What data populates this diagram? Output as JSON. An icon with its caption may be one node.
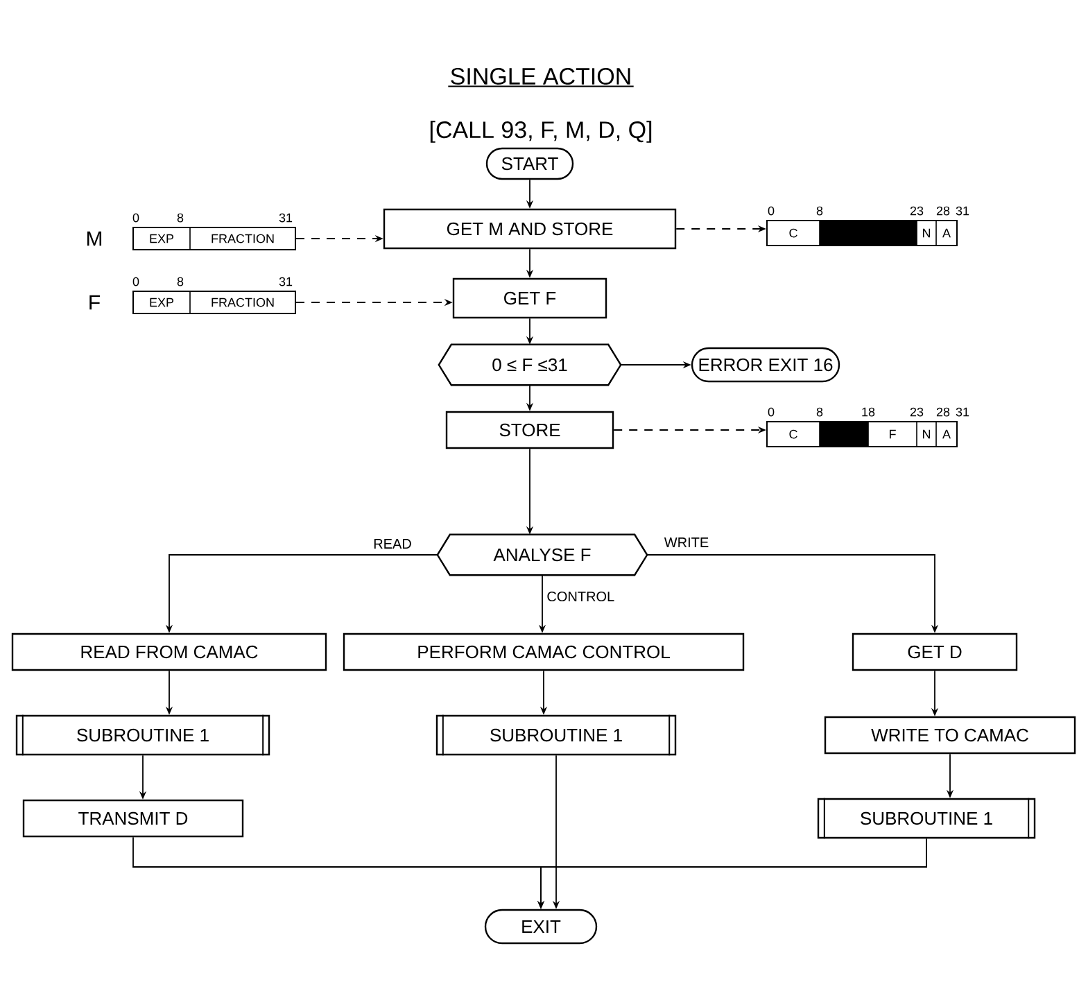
{
  "diagram": {
    "title": "SINGLE ACTION",
    "nodes": [
      {
        "text": [
          "START"
        ]
      },
      {
        "text": [
          "GET M AND STORE"
        ]
      },
      {
        "text": [
          "GET F"
        ]
      },
      {
        "text": [
          "0 ≤ F ≤31"
        ]
      },
      {
        "text": [
          "ERROR EXIT 16"
        ]
      },
      {
        "text": [
          "STORE"
        ]
      },
      {
        "text": [
          "ANALYSE F"
        ]
      },
      {
        "text": [
          "READ FROM CAMAC"
        ]
      },
      {
        "text": [
          "PERFORM CAMAC CONTROL"
        ]
      },
      {
        "text": [
          "GET D"
        ]
      },
      {
        "text": [
          "SUBROUTINE 1"
        ]
      },
      {
        "text": [
          "SUBROUTINE 1"
        ]
      },
      {
        "text": [
          "WRITE TO CAMAC"
        ]
      },
      {
        "text": [
          "TRANSMIT D"
        ]
      },
      {
        "text": [
          "SUBROUTINE 1"
        ]
      },
      {
        "text": [
          "EXIT"
        ]
      },
      {
        "text": [
          "EXP",
          "FRACTION"
        ],
        "beside": [
          "M",
          "0",
          "8",
          "31"
        ]
      },
      {
        "text": [
          "EXP",
          "FRACTION"
        ],
        "beside": [
          "F",
          "0",
          "8",
          "31"
        ]
      },
      {
        "text": [
          "C",
          "N",
          "A"
        ],
        "beside": [
          "0",
          "8",
          "23",
          "28",
          "31"
        ]
      },
      {
        "text": [
          "C",
          "F",
          "N",
          "A"
        ],
        "beside": [
          "0",
          "8",
          "18",
          "23",
          "28",
          "31"
        ]
      }
    ],
    "edges": [
      {
        "from": 0,
        "to": 1,
        "arrow": "to"
      },
      {
        "from": 16,
        "to": 1,
        "arrow": "to",
        "style": "dashed"
      },
      {
        "from": 1,
        "to": 18,
        "arrow": "to",
        "style": "dashed"
      },
      {
        "from": 1,
        "to": 2,
        "arrow": "to"
      },
      {
        "from": 17,
        "to": 2,
        "arrow": "to",
        "style": "dashed"
      },
      {
        "from": 2,
        "to": 3,
        "arrow": "to"
      },
      {
        "from": 3,
        "to": 4,
        "arrow": "to"
      },
      {
        "from": 3,
        "to": 5,
        "arrow": "to"
      },
      {
        "from": 5,
        "to": 19,
        "arrow": "to",
        "style": "dashed"
      },
      {
        "from": 5,
        "to": 6,
        "arrow": "to"
      },
      {
        "from": 6,
        "to": 7,
        "arrow": "to",
        "label": "READ"
      },
      {
        "from": 6,
        "to": 8,
        "arrow": "to",
        "label": "CONTROL"
      },
      {
        "from": 6,
        "to": 9,
        "arrow": "to",
        "label": "WRITE"
      },
      {
        "from": 7,
        "to": 10,
        "arrow": "to"
      },
      {
        "from": 8,
        "to": 11,
        "arrow": "to"
      },
      {
        "from": 9,
        "to": 12,
        "arrow": "to"
      },
      {
        "from": 10,
        "to": 13,
        "arrow": "to"
      },
      {
        "from": 12,
        "to": 14,
        "arrow": "to"
      },
      {
        "from": 13,
        "to": 15,
        "arrow": "to"
      },
      {
        "from": 11,
        "to": 15,
        "arrow": "to"
      },
      {
        "from": 14,
        "to": 15,
        "arrow": "to"
      }
    ],
    "labels": [
      "[CALL 93, F, M, D, Q]"
    ]
  }
}
